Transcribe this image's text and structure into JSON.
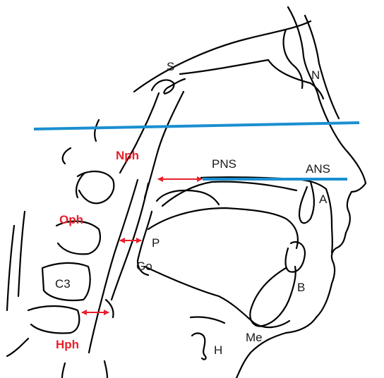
{
  "landmarks": {
    "S": "S",
    "N": "N",
    "PNS": "PNS",
    "ANS": "ANS",
    "A": "A",
    "P": "P",
    "Go": "Go",
    "C3": "C3",
    "B": "B",
    "Me": "Me",
    "H": "H"
  },
  "airway_labels": {
    "nph": "Nph",
    "oph": "Oph",
    "hph": "Hph"
  },
  "colors": {
    "reference_line": "#1a8fd0",
    "measurement": "#e8202a",
    "outline": "#000000",
    "text": "#1a1a1a"
  },
  "icons": {
    "measurement_arrow": "double-headed-arrow"
  }
}
